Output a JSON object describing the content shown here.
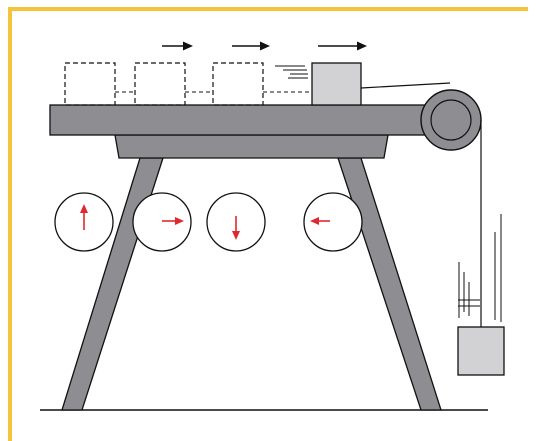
{
  "colors": {
    "frame": "#f4c53c",
    "table": "#8d8d92",
    "outline": "#111111",
    "block": "#d2d2d4",
    "arrow_red": "#e0282e",
    "arrow_black": "#111111",
    "background": "#ffffff"
  },
  "diagram": {
    "trial_arrows": [
      "right",
      "right",
      "right"
    ],
    "rolling_circle_arrows": [
      "up",
      "right",
      "down",
      "left"
    ]
  }
}
